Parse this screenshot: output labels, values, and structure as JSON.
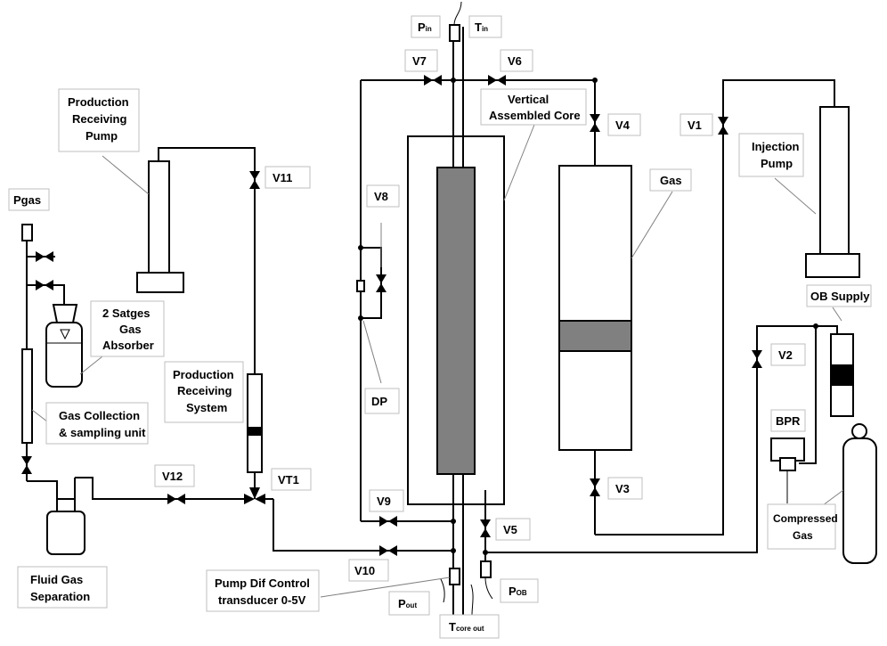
{
  "labels": {
    "pin_p": "P",
    "pin_sub": "in",
    "tin_t": "T",
    "tin_sub": "in",
    "v7": "V7",
    "v6": "V6",
    "v4": "V4",
    "v1": "V1",
    "v11": "V11",
    "v8": "V8",
    "v9": "V9",
    "v10": "V10",
    "v12": "V12",
    "vt1": "VT1",
    "v5": "V5",
    "v3": "V3",
    "v2": "V2",
    "vac_1": "Vertical",
    "vac_2": "Assembled  Core",
    "prp_1": "Production",
    "prp_2": "Receiving",
    "prp_3": "Pump",
    "inj_1": "Injection",
    "inj_2": "Pump",
    "gas": "Gas",
    "pgas": "Pgas",
    "abs_1": "2 Satges",
    "abs_2": "Gas",
    "abs_3": "Absorber",
    "prs_1": "Production",
    "prs_2": "Receiving",
    "prs_3": "System",
    "gcu_1": "Gas Collection",
    "gcu_2": "& sampling unit",
    "dp": "DP",
    "ob_supply": "OB Supply",
    "bpr": "BPR",
    "cg_1": "Compressed",
    "cg_2": "Gas",
    "fgs_1": "Fluid Gas",
    "fgs_2": "Separation",
    "pdc_1": "Pump Dif Control",
    "pdc_2": "transducer 0-5V",
    "pout_p": "P",
    "pout_sub": "out",
    "pob_p": "P",
    "pob_sub": "OB",
    "tco_t": "T",
    "tco_sub": "core out"
  },
  "colors": {
    "core": "#808080",
    "box_border": "#bfbfbf",
    "line": "#000000"
  }
}
